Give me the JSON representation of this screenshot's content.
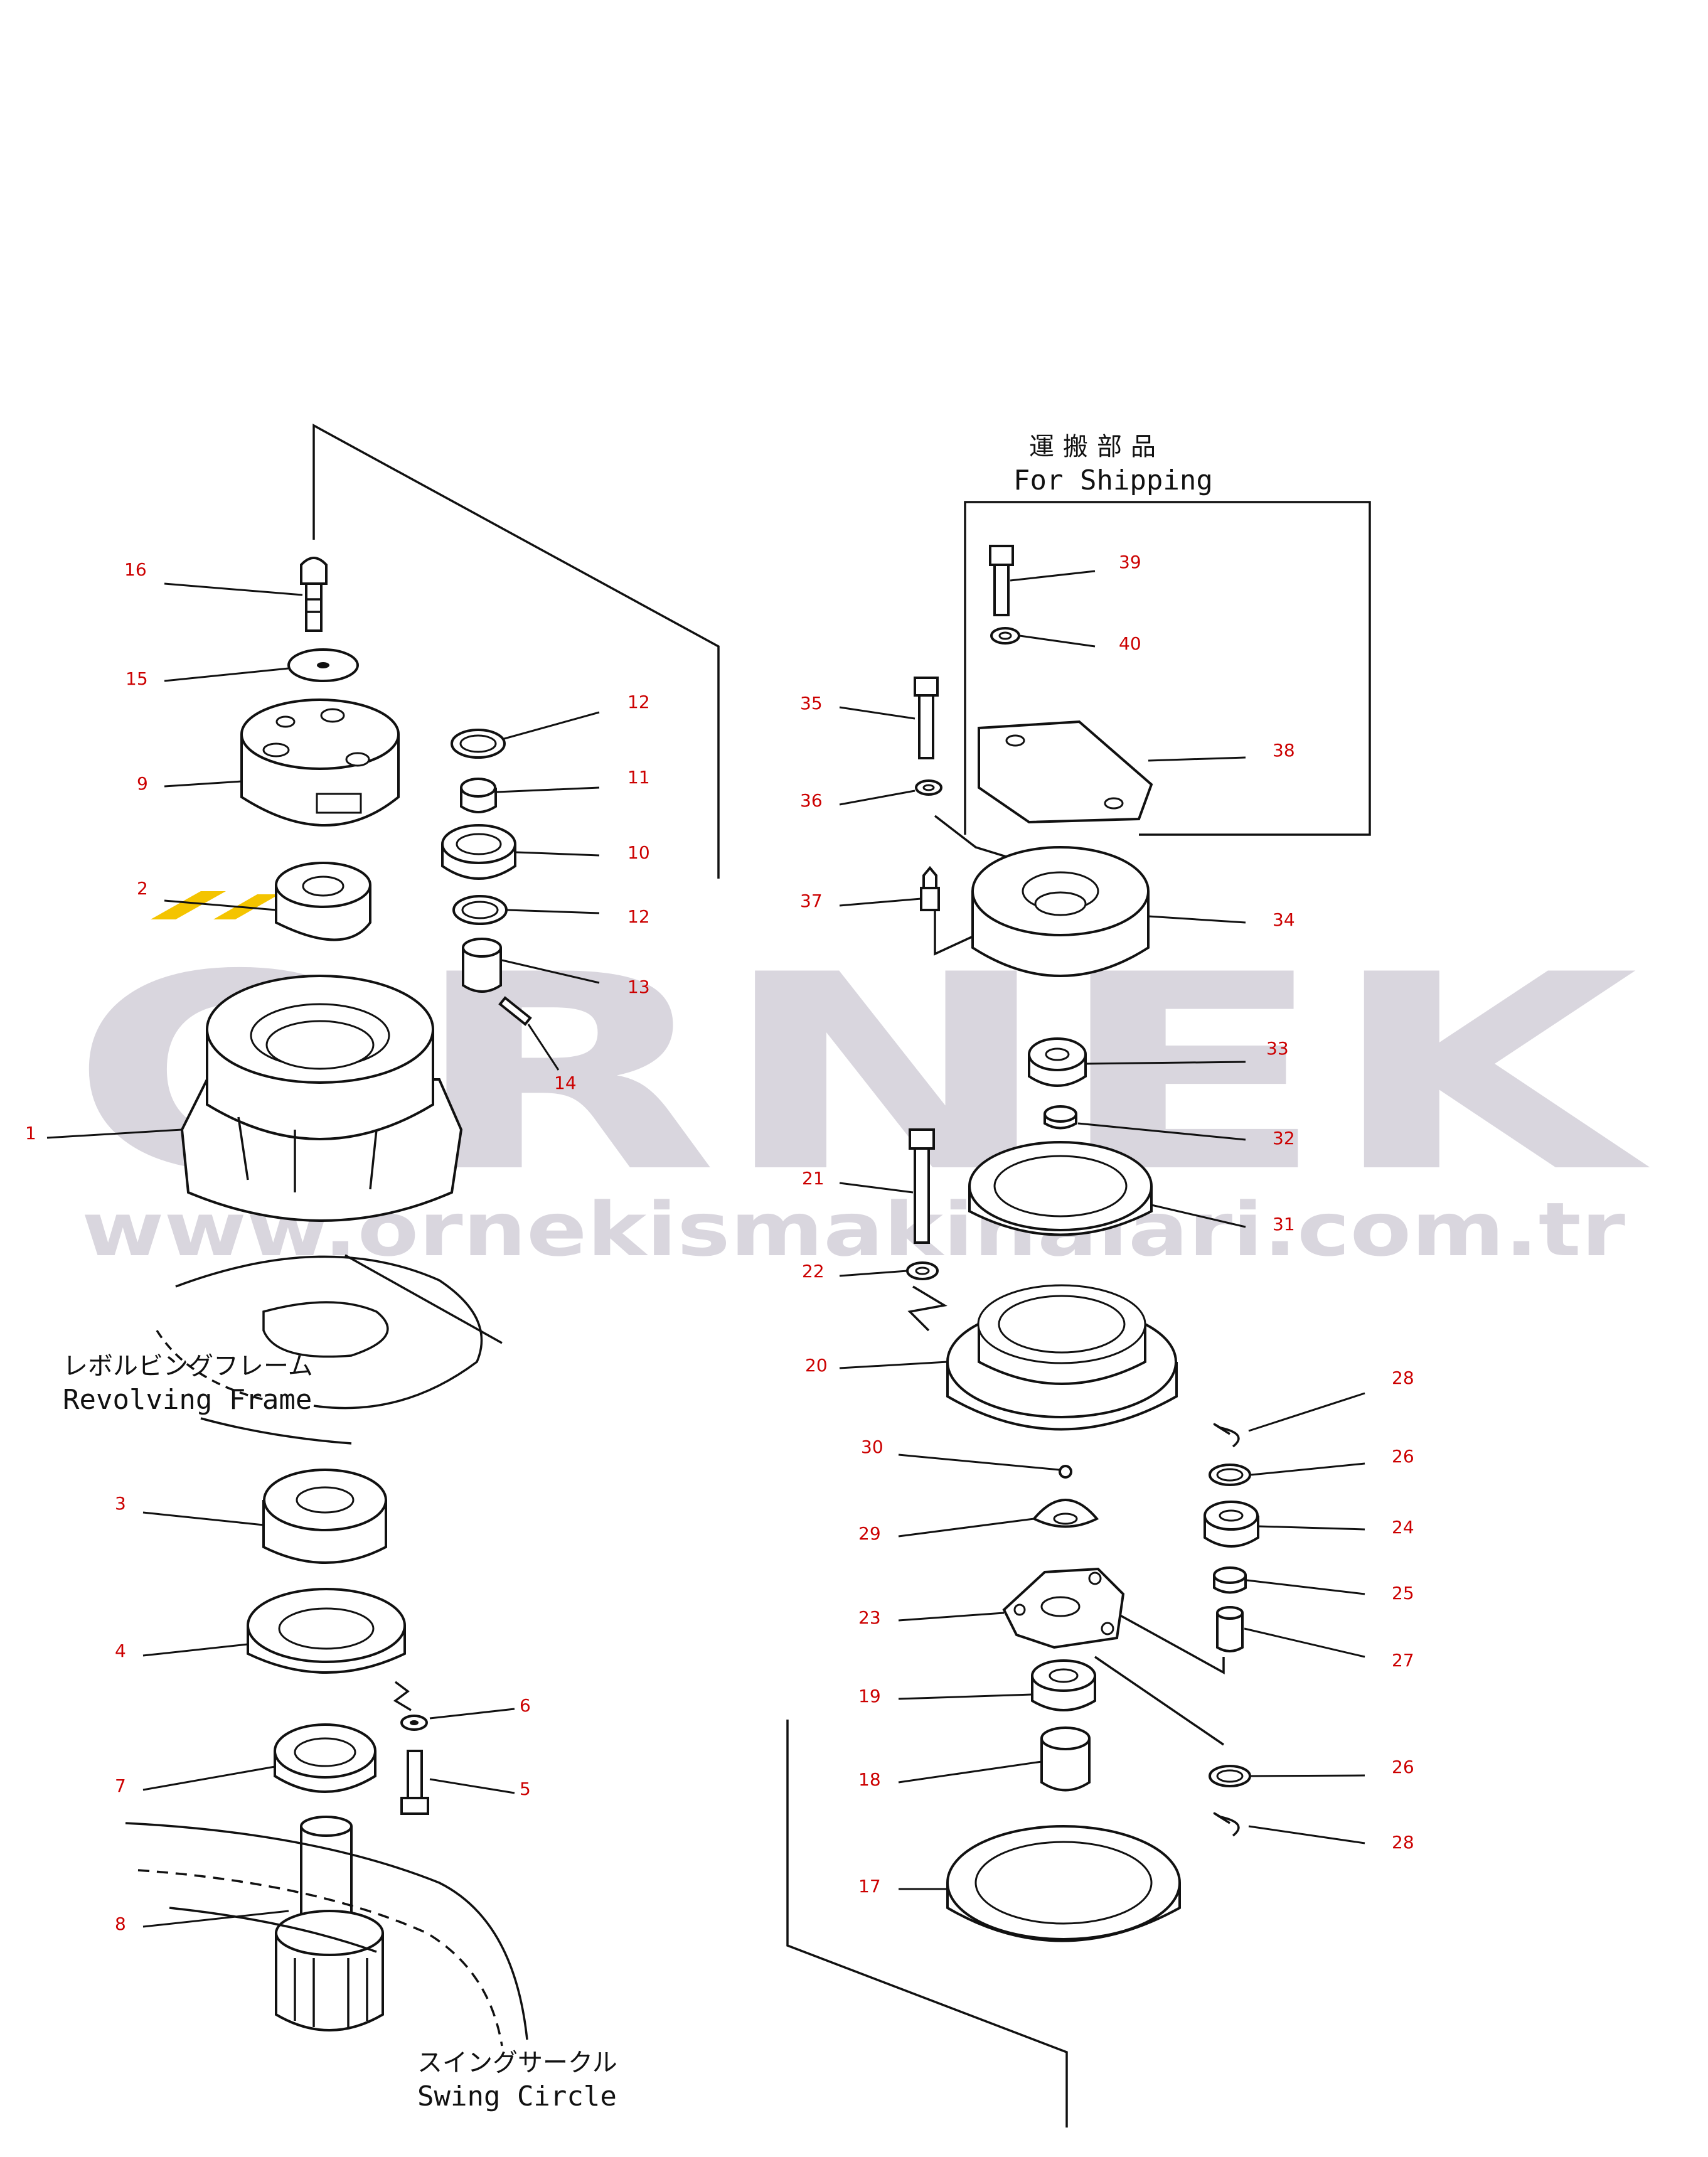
{
  "watermark": {
    "brand": "ORNEK",
    "url": "www.ornekismakinalari.com.tr",
    "logo_accent_color": "#f4c400"
  },
  "captions": {
    "revolving_frame_jp": "レボルビングフレーム",
    "revolving_frame_en": "Revolving Frame",
    "swing_circle_jp": "スイングサークル",
    "swing_circle_en": "Swing Circle",
    "shipping_jp": "運搬部品",
    "shipping_en": "For Shipping"
  },
  "label_color": "#cc0000",
  "line_color": "#111111",
  "parts": [
    {
      "id": "p1",
      "label": "1"
    },
    {
      "id": "p2",
      "label": "2"
    },
    {
      "id": "p3",
      "label": "3"
    },
    {
      "id": "p4",
      "label": "4"
    },
    {
      "id": "p5",
      "label": "5"
    },
    {
      "id": "p6",
      "label": "6"
    },
    {
      "id": "p7",
      "label": "7"
    },
    {
      "id": "p8",
      "label": "8"
    },
    {
      "id": "p9",
      "label": "9"
    },
    {
      "id": "p10",
      "label": "10"
    },
    {
      "id": "p11",
      "label": "11"
    },
    {
      "id": "p12a",
      "label": "12"
    },
    {
      "id": "p12b",
      "label": "12"
    },
    {
      "id": "p13",
      "label": "13"
    },
    {
      "id": "p14",
      "label": "14"
    },
    {
      "id": "p15",
      "label": "15"
    },
    {
      "id": "p16",
      "label": "16"
    },
    {
      "id": "p17",
      "label": "17"
    },
    {
      "id": "p18",
      "label": "18"
    },
    {
      "id": "p19",
      "label": "19"
    },
    {
      "id": "p20",
      "label": "20"
    },
    {
      "id": "p21",
      "label": "21"
    },
    {
      "id": "p22",
      "label": "22"
    },
    {
      "id": "p23",
      "label": "23"
    },
    {
      "id": "p24",
      "label": "24"
    },
    {
      "id": "p25",
      "label": "25"
    },
    {
      "id": "p26a",
      "label": "26"
    },
    {
      "id": "p26b",
      "label": "26"
    },
    {
      "id": "p27",
      "label": "27"
    },
    {
      "id": "p28a",
      "label": "28"
    },
    {
      "id": "p28b",
      "label": "28"
    },
    {
      "id": "p29",
      "label": "29"
    },
    {
      "id": "p30",
      "label": "30"
    },
    {
      "id": "p31",
      "label": "31"
    },
    {
      "id": "p32",
      "label": "32"
    },
    {
      "id": "p33",
      "label": "33"
    },
    {
      "id": "p34",
      "label": "34"
    },
    {
      "id": "p35",
      "label": "35"
    },
    {
      "id": "p36",
      "label": "36"
    },
    {
      "id": "p37",
      "label": "37"
    },
    {
      "id": "p38",
      "label": "38"
    },
    {
      "id": "p39",
      "label": "39"
    },
    {
      "id": "p40",
      "label": "40"
    }
  ]
}
